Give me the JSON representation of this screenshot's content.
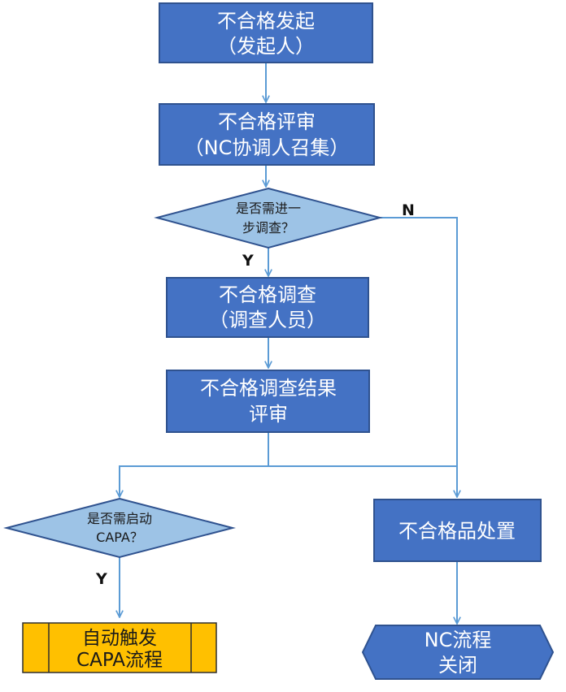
{
  "colors": {
    "process_fill": "#4472C4",
    "process_stroke": "#2F528F",
    "decision_fill": "#9DC3E6",
    "decision_stroke": "#2F528F",
    "predefined_fill": "#FFC000",
    "predefined_stroke": "#2F2F2F",
    "connector": "#5B9BD5"
  },
  "nodes": {
    "nc_initiate": {
      "line1": "不合格发起",
      "line2": "（发起人）"
    },
    "nc_review": {
      "line1": "不合格评审",
      "line2": "（NC协调人召集）"
    },
    "need_investigation": {
      "line1": "是否需进一",
      "line2": "步调查？"
    },
    "nc_investigation": {
      "line1": "不合格调查",
      "line2": "（调查人员）"
    },
    "investigation_result_review": {
      "line1": "不合格调查结果",
      "line2": "评审"
    },
    "need_capa": {
      "line1": "是否需启动",
      "line2": "CAPA？"
    },
    "auto_capa": {
      "line1": "自动触发",
      "line2": "CAPA流程"
    },
    "nc_disposition": {
      "line1": "不合格品处置"
    },
    "nc_close": {
      "line1": "NC流程",
      "line2": "关闭"
    }
  },
  "edge_labels": {
    "investigation_yes": "Y",
    "investigation_no": "N",
    "capa_yes": "Y"
  }
}
